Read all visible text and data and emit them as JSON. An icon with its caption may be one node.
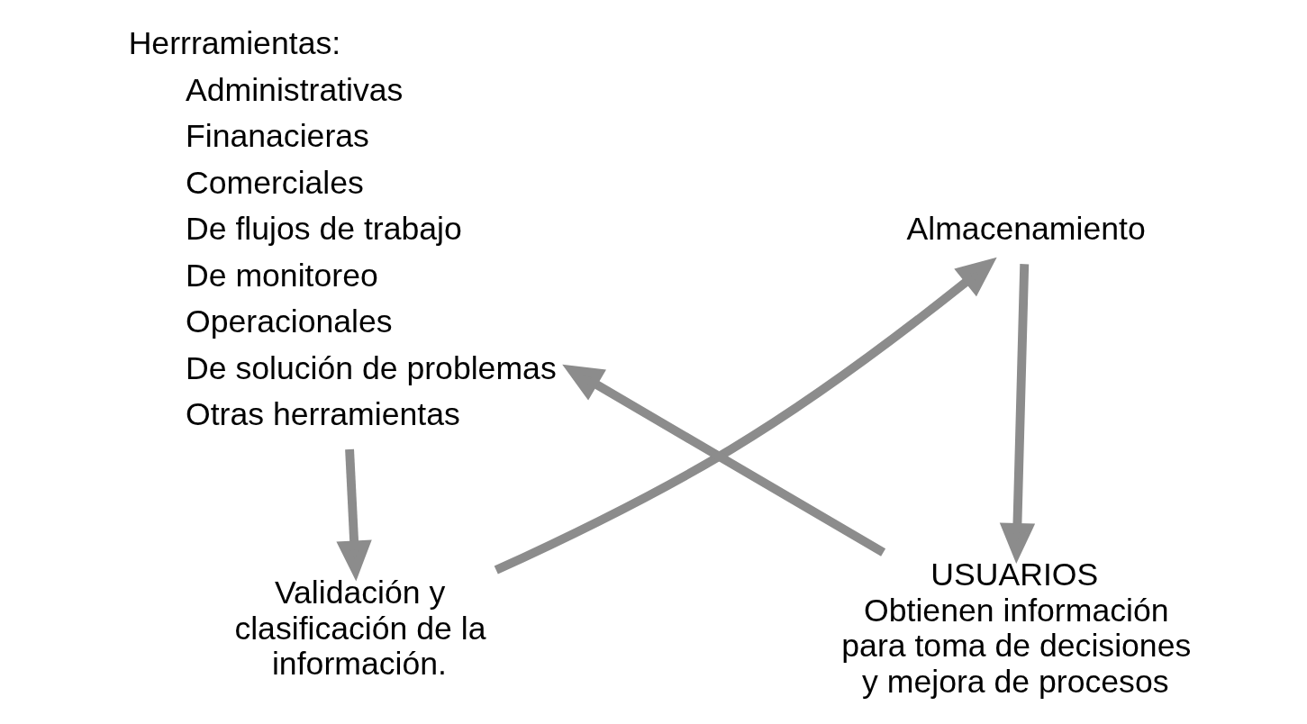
{
  "diagram": {
    "nodes": [
      {
        "text": [
          "Validación y clasificación de la información."
        ]
      },
      {
        "text": [
          "Almacenamiento"
        ]
      },
      {
        "text": [
          "USUARIOS",
          "Obtienen información para toma de decisiones y mejora de procesos"
        ]
      },
      {
        "text": [
          "Herrramientas:",
          "Administrativas",
          "Finanacieras",
          "Comerciales",
          "De flujos de trabajo",
          "De monitoreo",
          "Operacionales",
          "De solución de problemas",
          "Otras herramientas"
        ]
      }
    ],
    "edges": [
      {
        "from": 3,
        "to": 0,
        "arrow": "to"
      },
      {
        "from": 0,
        "to": 1,
        "arrow": "to"
      },
      {
        "from": 1,
        "to": 2,
        "arrow": "to"
      },
      {
        "from": 2,
        "to": 3,
        "arrow": "to"
      }
    ]
  }
}
